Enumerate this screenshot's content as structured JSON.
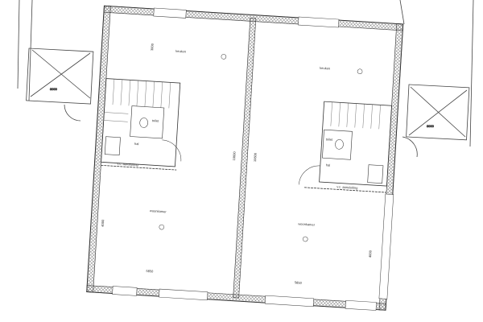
{
  "plan": {
    "rooms": {
      "left_kitchen": "keuken",
      "right_kitchen": "keuken",
      "left_living": "woonkamer",
      "right_living": "woonkamer",
      "left_toilet": "toilet",
      "right_toilet": "toilet",
      "left_hall": "hal",
      "right_hall": "hal",
      "left_meter": "v.c. aansluiting",
      "right_meter": "v.c. aansluiting"
    },
    "dimensions": {
      "left_depth": "10600",
      "right_depth": "10600",
      "left_window": "5650",
      "right_window": "5650",
      "left_height": "4000",
      "right_height": "4000",
      "left_kitchen_dim": "3000",
      "left_shed": "3000",
      "right_shed": "3000"
    },
    "colors": {
      "line": "#333333",
      "hatch": "#666666"
    }
  }
}
